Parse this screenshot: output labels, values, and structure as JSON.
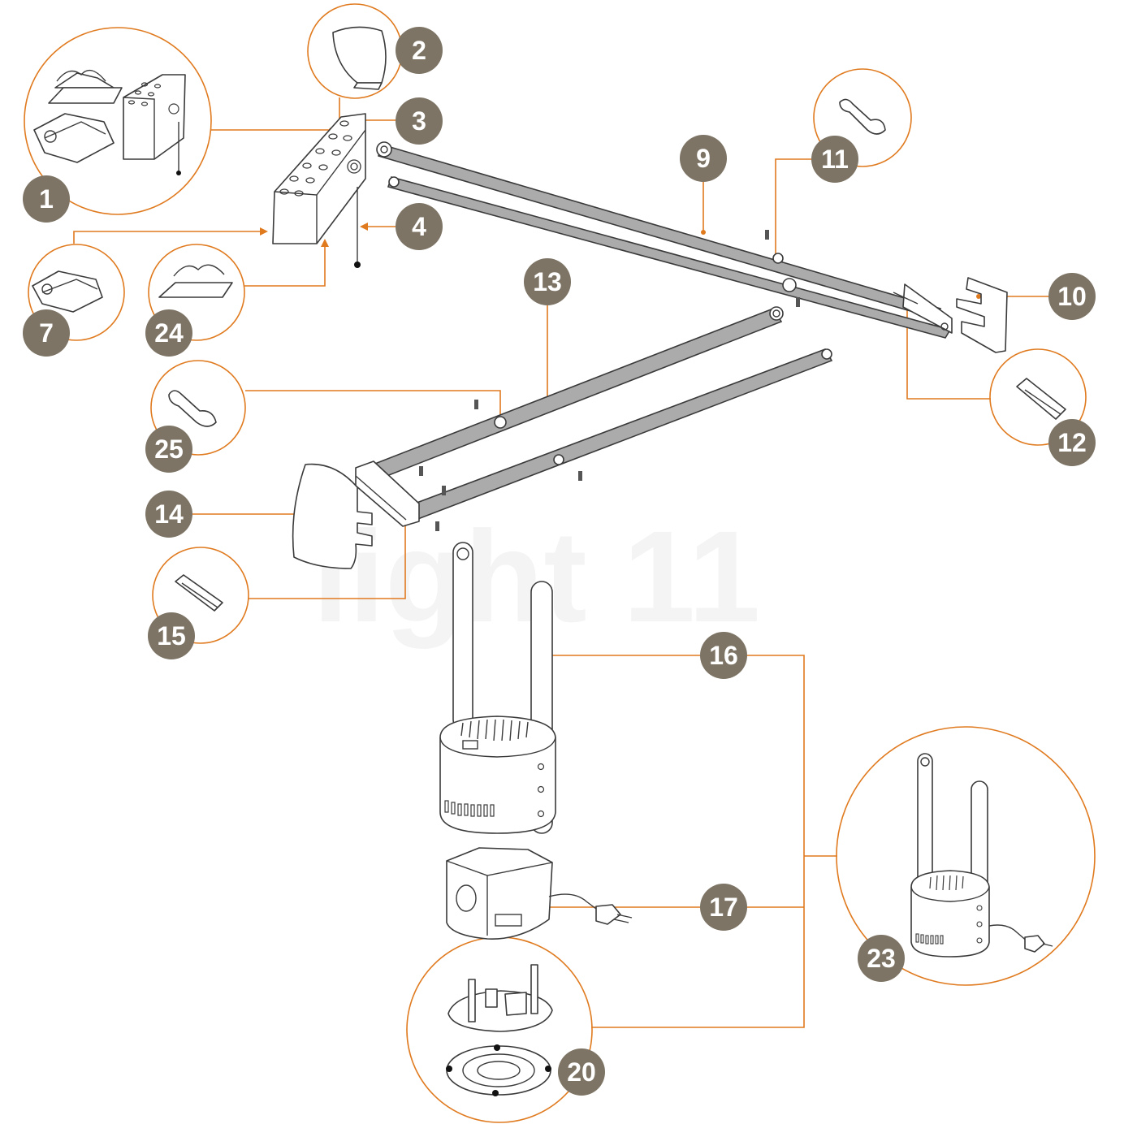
{
  "watermark": "light 11",
  "colors": {
    "badge": "#7d7465",
    "leader": "#e07a1f",
    "rod": "#ababab"
  },
  "labels": [
    "1",
    "2",
    "3",
    "4",
    "7",
    "9",
    "10",
    "11",
    "12",
    "13",
    "14",
    "15",
    "16",
    "17",
    "20",
    "23",
    "24",
    "25"
  ]
}
